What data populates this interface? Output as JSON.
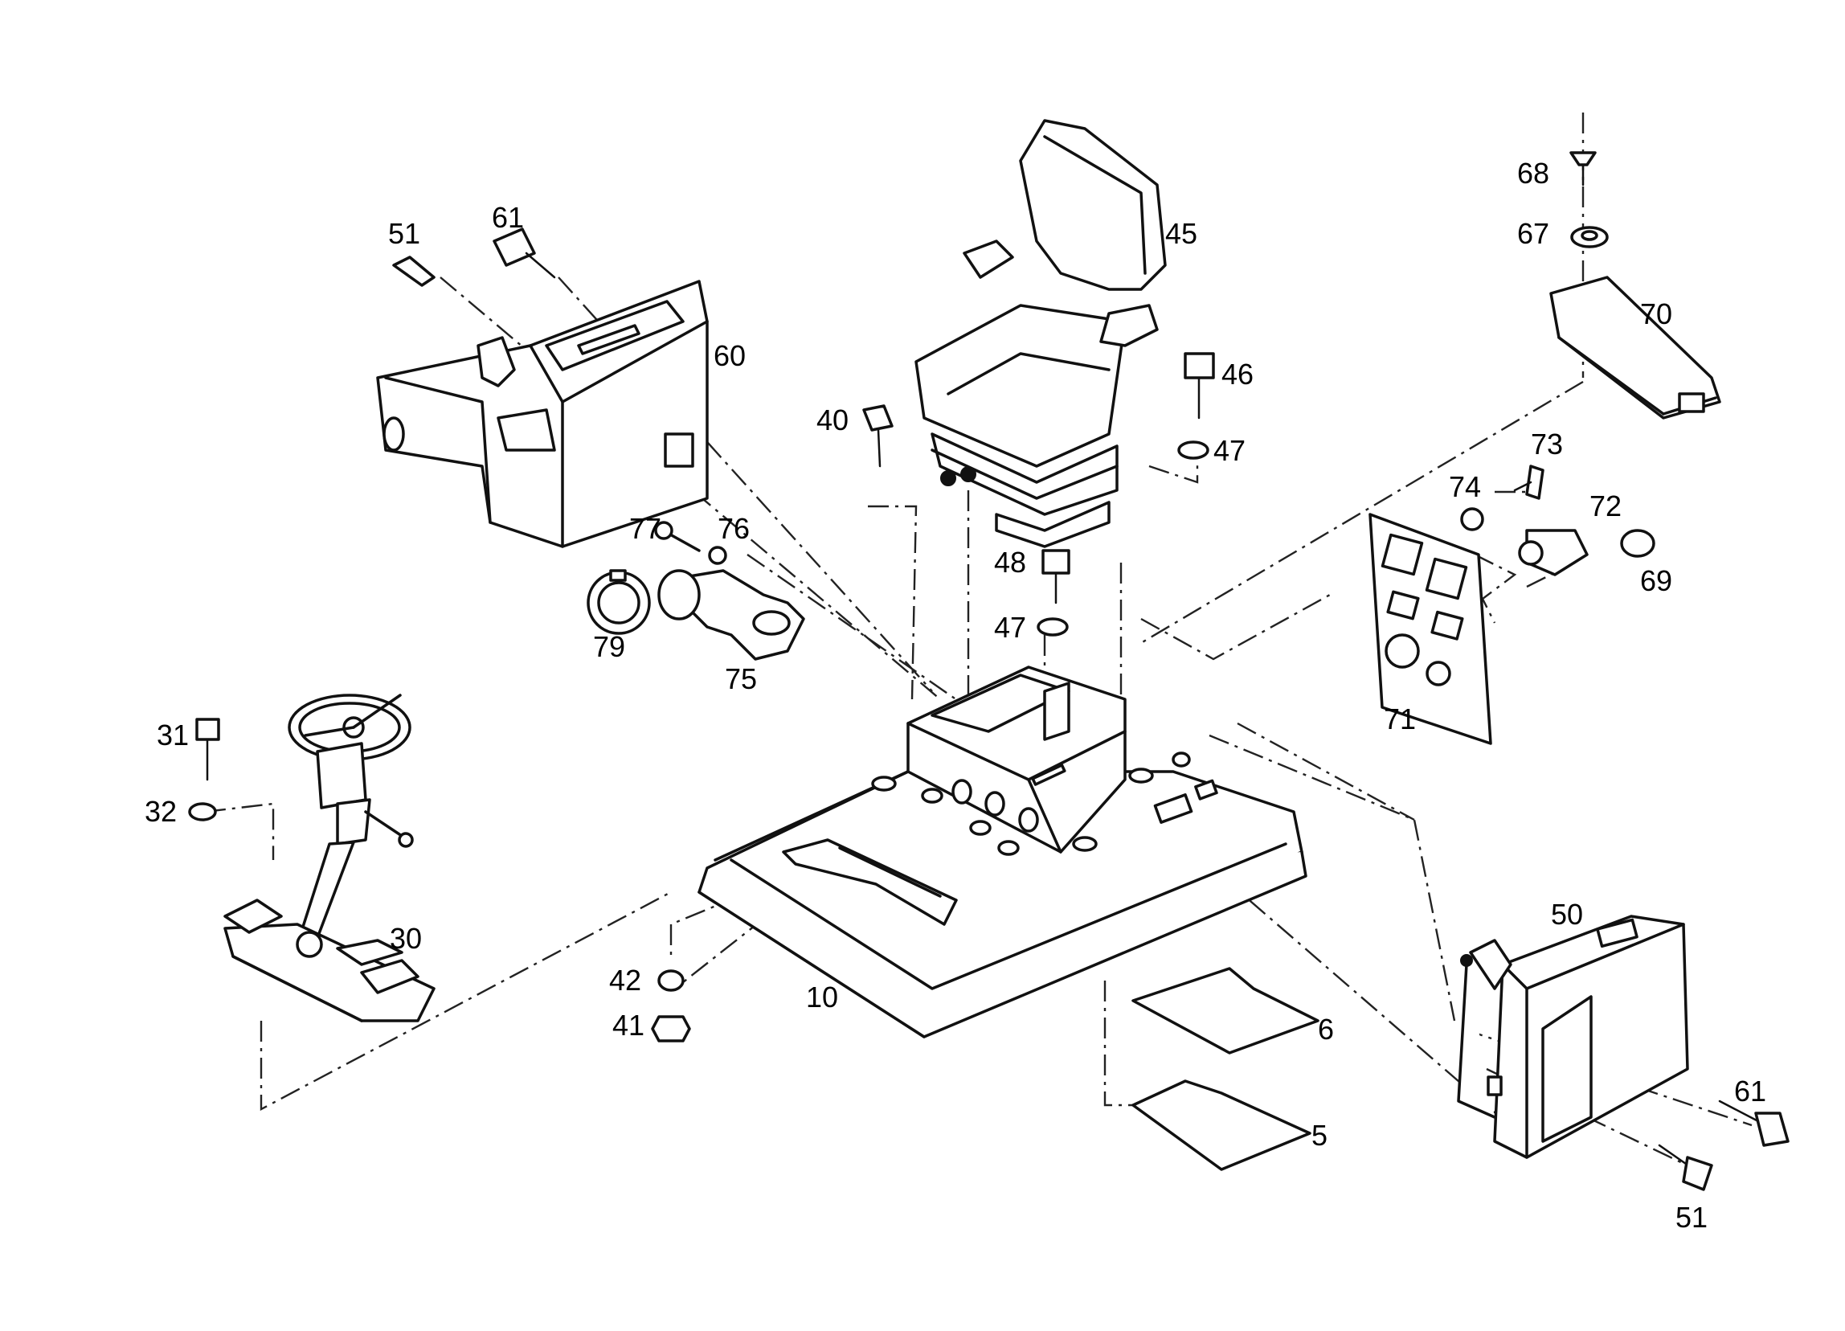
{
  "part_labels": [
    "68",
    "67",
    "45",
    "51",
    "61",
    "70",
    "60",
    "46",
    "40",
    "47",
    "73",
    "74",
    "72",
    "77",
    "76",
    "48",
    "69",
    "47",
    "79",
    "75",
    "71",
    "31",
    "32",
    "30",
    "50",
    "42",
    "10",
    "41",
    "6",
    "61",
    "5",
    "51"
  ]
}
